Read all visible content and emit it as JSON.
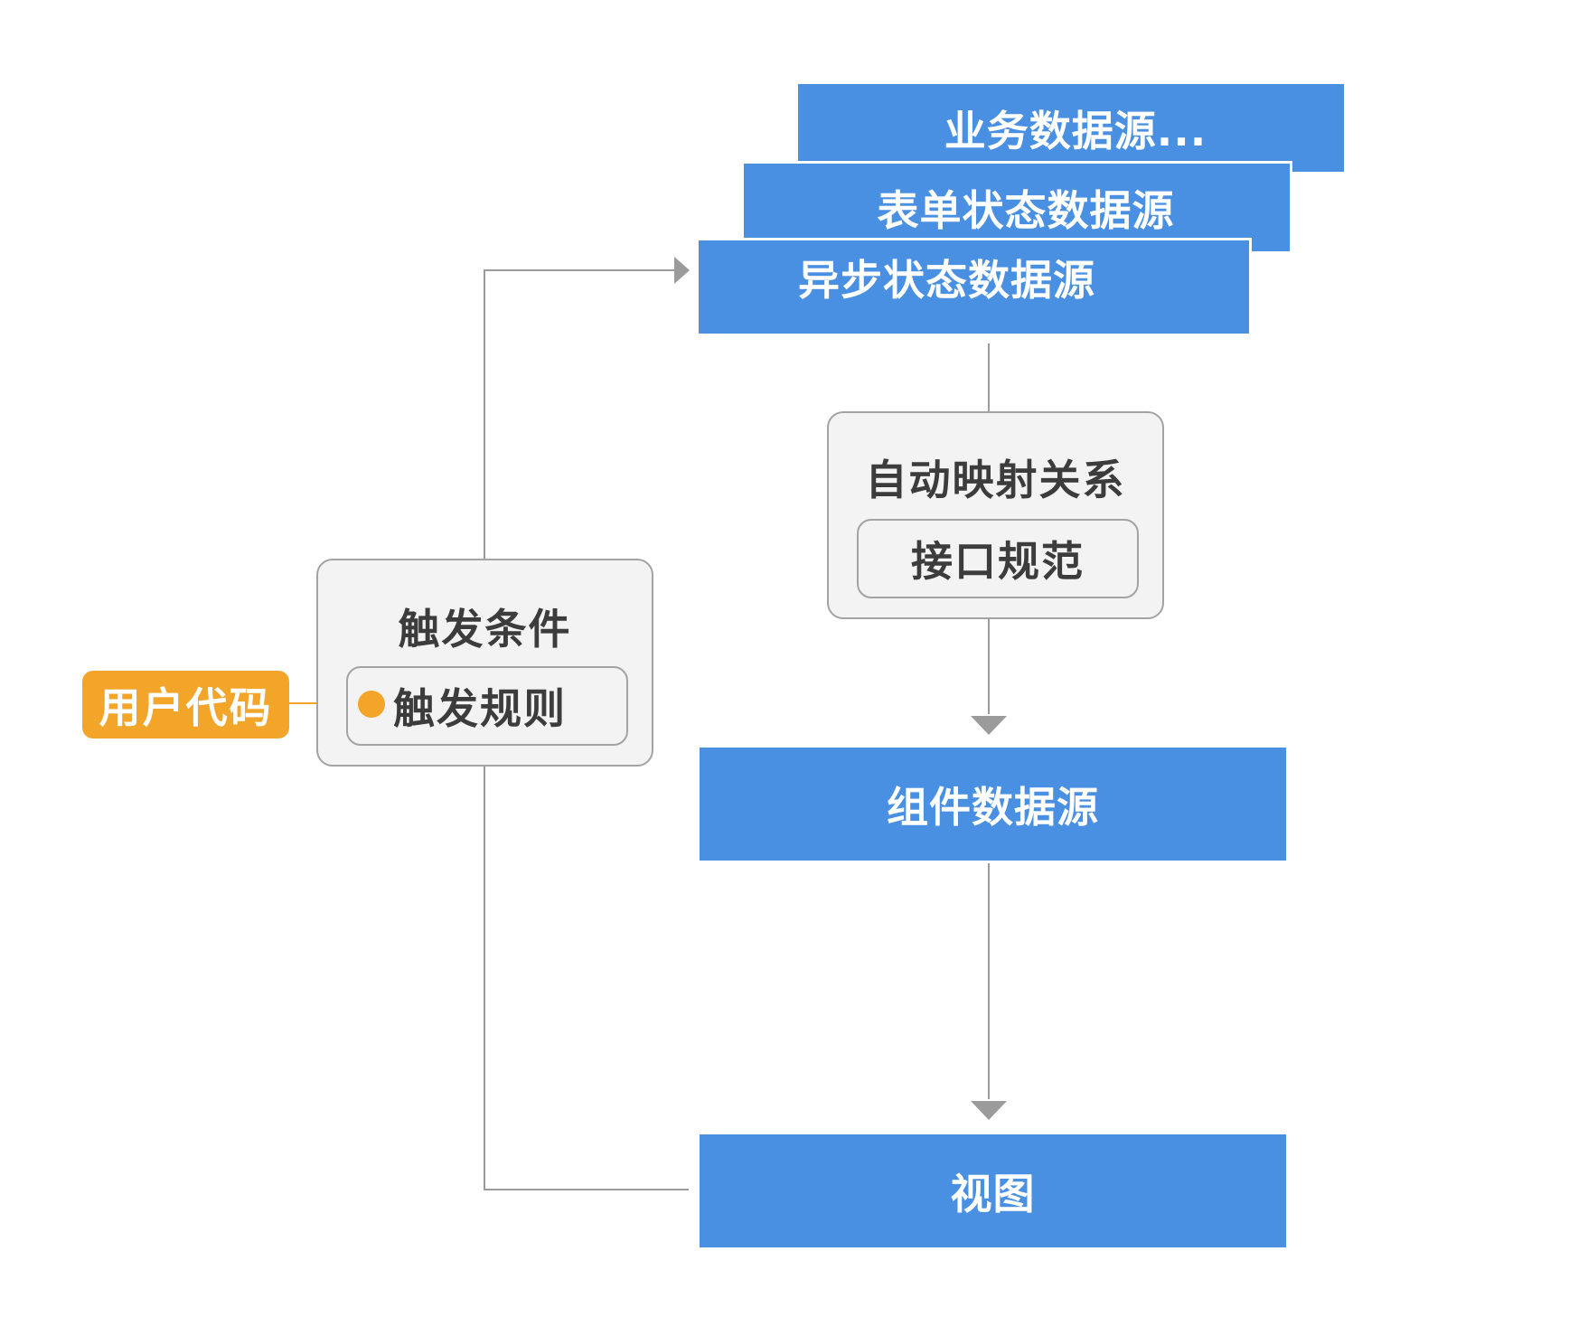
{
  "data_sources": {
    "business": "业务数据源...",
    "form_state": "表单状态数据源",
    "async_state": "异步状态数据源"
  },
  "mapping": {
    "title": "自动映射关系",
    "inner": "接口规范"
  },
  "component_source": "组件数据源",
  "view": "视图",
  "trigger": {
    "title": "触发条件",
    "inner": "触发规则"
  },
  "user_code": "用户代码",
  "colors": {
    "blue": "#4a90e2",
    "orange": "#f3a52a",
    "gray_fill": "#f3f3f3",
    "gray_border": "#a3a3a3",
    "connector": "#9b9b9b"
  }
}
